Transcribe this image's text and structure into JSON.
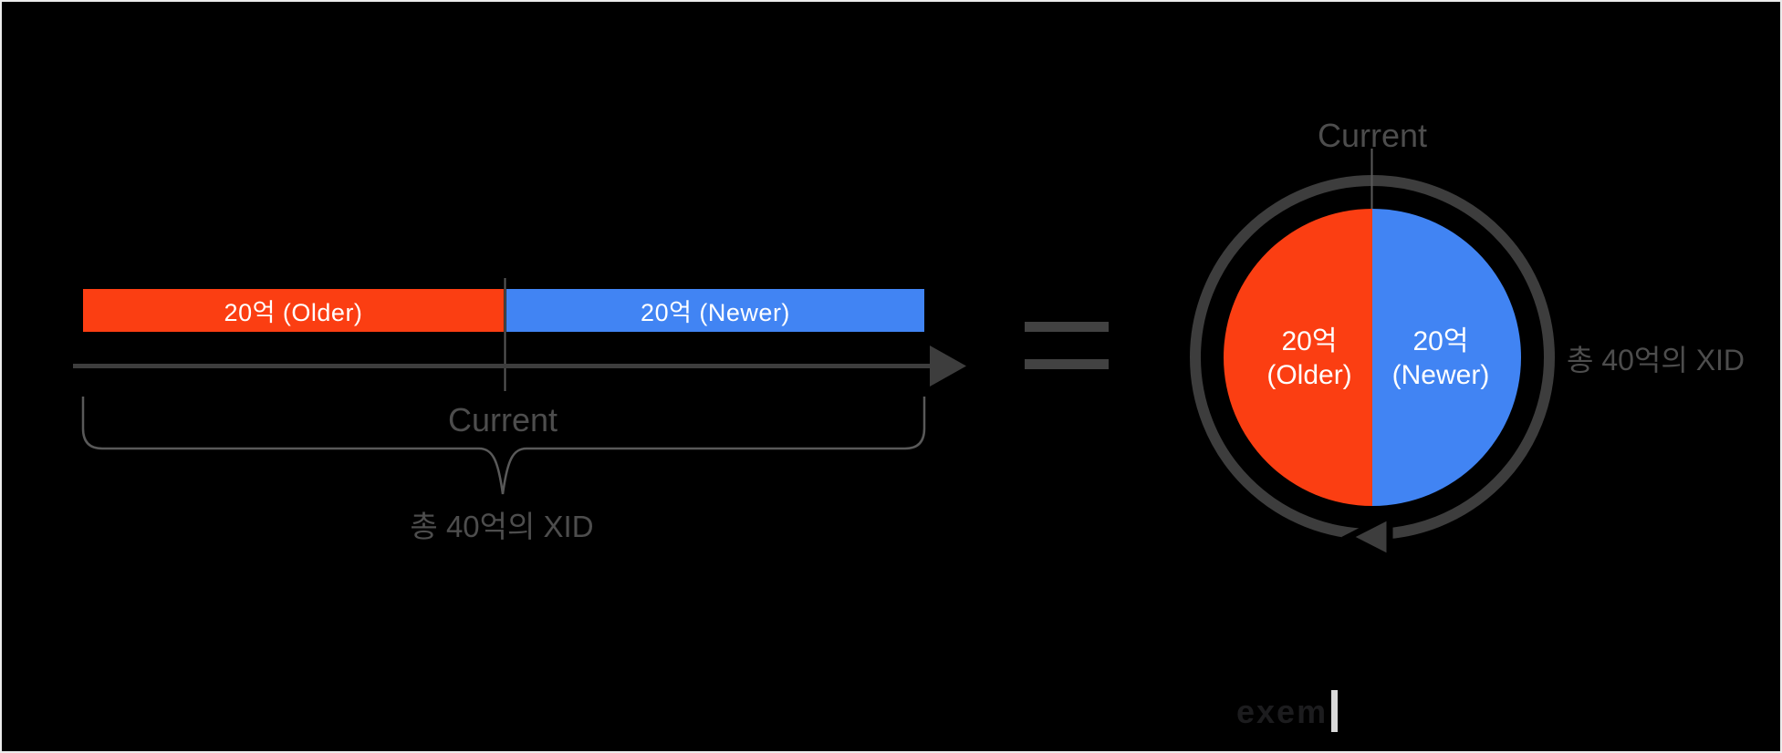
{
  "colors": {
    "background": "#000000",
    "page_border": "#ececec",
    "red": "#fb3e12",
    "blue": "#4184f3",
    "white": "#ffffff",
    "arrow_gray": "#3d3d3d",
    "equals_gray": "#424242",
    "brace_gray": "#595959",
    "pointer_gray": "#595959",
    "text_gray": "#4d4d4d",
    "logo_dark": "#1c1c1e",
    "logo_bar_light": "#d9d9d9"
  },
  "left_diagram": {
    "older_bar_label": "20억 (Older)",
    "newer_bar_label": "20억 (Newer)",
    "current_label": "Current",
    "total_label": "총 40억의 XID"
  },
  "right_diagram": {
    "current_label": "Current",
    "older_value": "20억",
    "older_name": "(Older)",
    "newer_value": "20억",
    "newer_name": "(Newer)",
    "total_label": "총 40억의 XID"
  },
  "footer": {
    "logo_text": "exem"
  },
  "chart_data": {
    "type": "pie",
    "title": "총 40억의 XID",
    "categories": [
      "20억 (Older)",
      "20억 (Newer)"
    ],
    "values": [
      20,
      20
    ],
    "unit": "억 XID",
    "total": 40,
    "annotations": [
      "Current"
    ],
    "legend_position": "none"
  }
}
